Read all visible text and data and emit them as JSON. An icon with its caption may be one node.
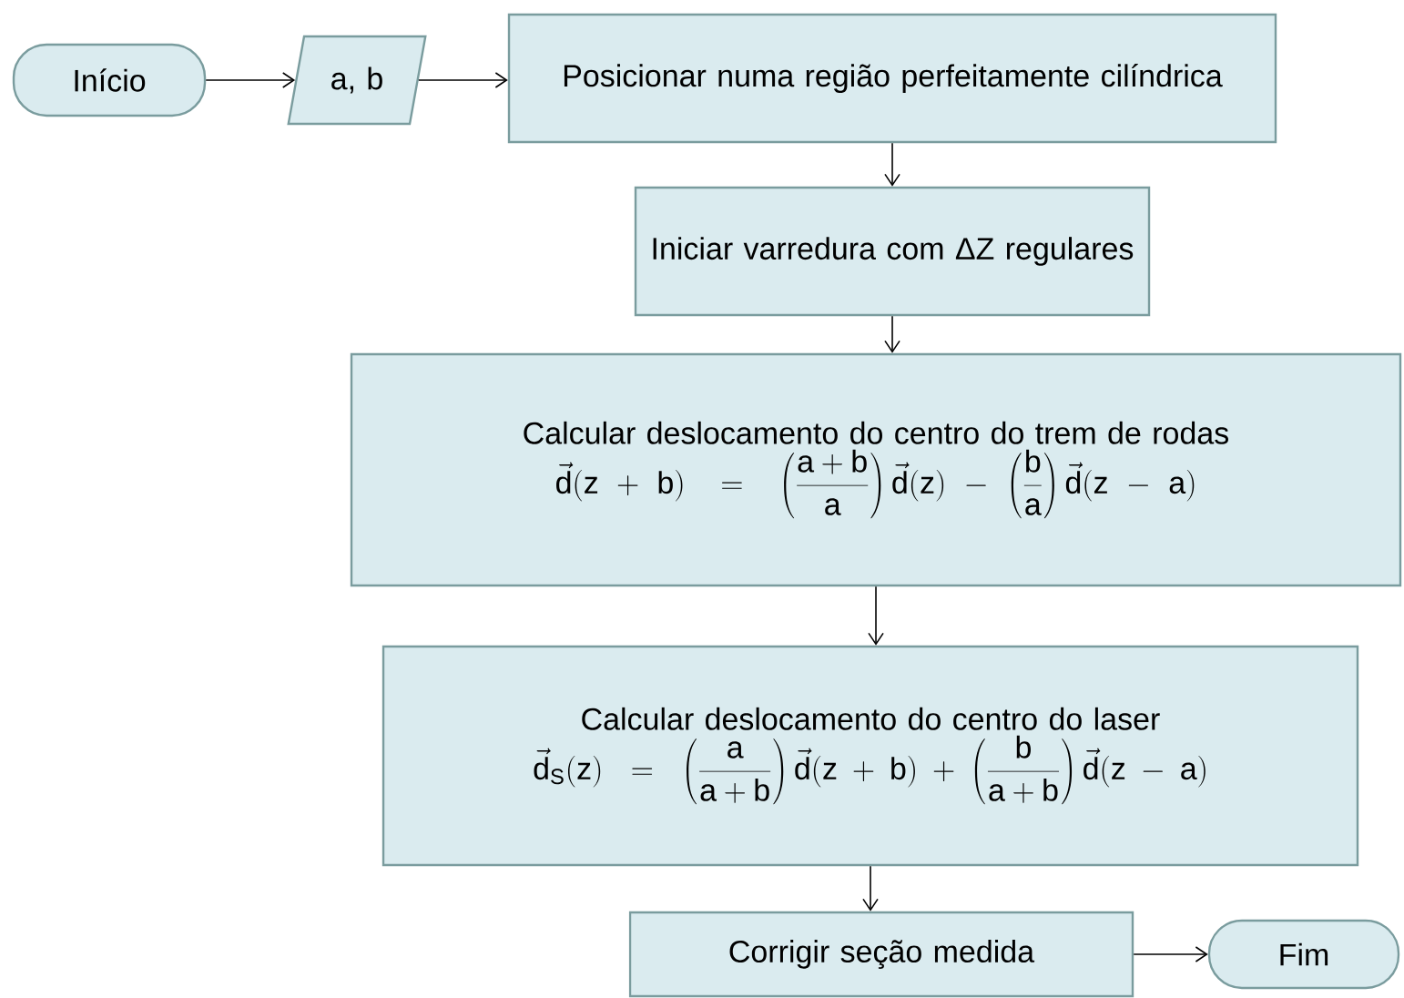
{
  "diagram": {
    "nodes": [
      {
        "text": [
          "Início"
        ]
      },
      {
        "text": [
          "a, b"
        ]
      },
      {
        "text": [
          "Posicionar numa região perfeitamente cilíndrica"
        ]
      },
      {
        "text": [
          "Iniciar varredura com ΔZ regulares"
        ]
      },
      {
        "text": [
          "Calcular deslocamento do centro do trem de rodas",
          "\\vec{\\mathrm{d}}(\\mathrm{z}+\\mathrm{b}) = \\left(\\frac{\\mathrm{a}+\\mathrm{b}}{\\mathrm{a}}\\right)\\vec{\\mathrm{d}}(\\mathrm{z}) - \\left(\\frac{\\mathrm{b}}{\\mathrm{a}}\\right)\\vec{\\mathrm{d}}(\\mathrm{z}-\\mathrm{a})"
        ]
      },
      {
        "text": [
          "Calcular deslocamento do centro do laser",
          "\\vec{\\mathrm{d}}_{\\mathrm{S}}(\\mathrm{z}) = \\left(\\frac{\\mathrm{a}}{\\mathrm{a}+\\mathrm{b}}\\right)\\vec{\\mathrm{d}}(\\mathrm{z}+\\mathrm{b}) + \\left(\\frac{\\mathrm{b}}{\\mathrm{a}+\\mathrm{b}}\\right)\\vec{\\mathrm{d}}(\\mathrm{z}-\\mathrm{a})"
        ]
      },
      {
        "text": [
          "Corrigir seção medida"
        ]
      },
      {
        "text": [
          "Fim"
        ]
      }
    ],
    "edges": [
      {
        "from": 0,
        "to": 1,
        "arrow": "to"
      },
      {
        "from": 1,
        "to": 2,
        "arrow": "to"
      },
      {
        "from": 2,
        "to": 3,
        "arrow": "to"
      },
      {
        "from": 3,
        "to": 4,
        "arrow": "to"
      },
      {
        "from": 4,
        "to": 5,
        "arrow": "to"
      },
      {
        "from": 5,
        "to": 6,
        "arrow": "to"
      },
      {
        "from": 6,
        "to": 7,
        "arrow": "to"
      }
    ]
  }
}
